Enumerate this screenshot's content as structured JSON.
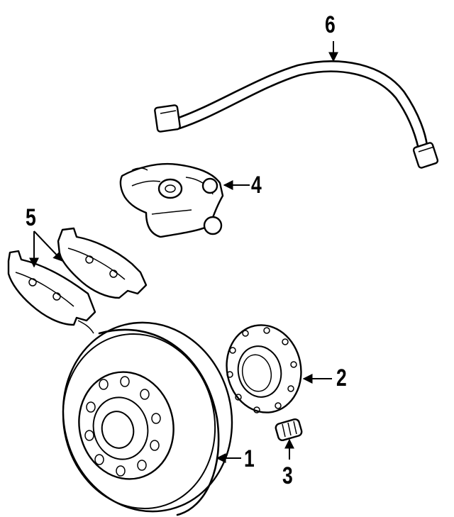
{
  "callouts": [
    {
      "id": "1",
      "label": "1",
      "part": "brake-rotor"
    },
    {
      "id": "2",
      "label": "2",
      "part": "wheel-hub"
    },
    {
      "id": "3",
      "label": "3",
      "part": "wheel-stud"
    },
    {
      "id": "4",
      "label": "4",
      "part": "brake-caliper"
    },
    {
      "id": "5",
      "label": "5",
      "part": "brake-pads"
    },
    {
      "id": "6",
      "label": "6",
      "part": "brake-hose"
    }
  ]
}
